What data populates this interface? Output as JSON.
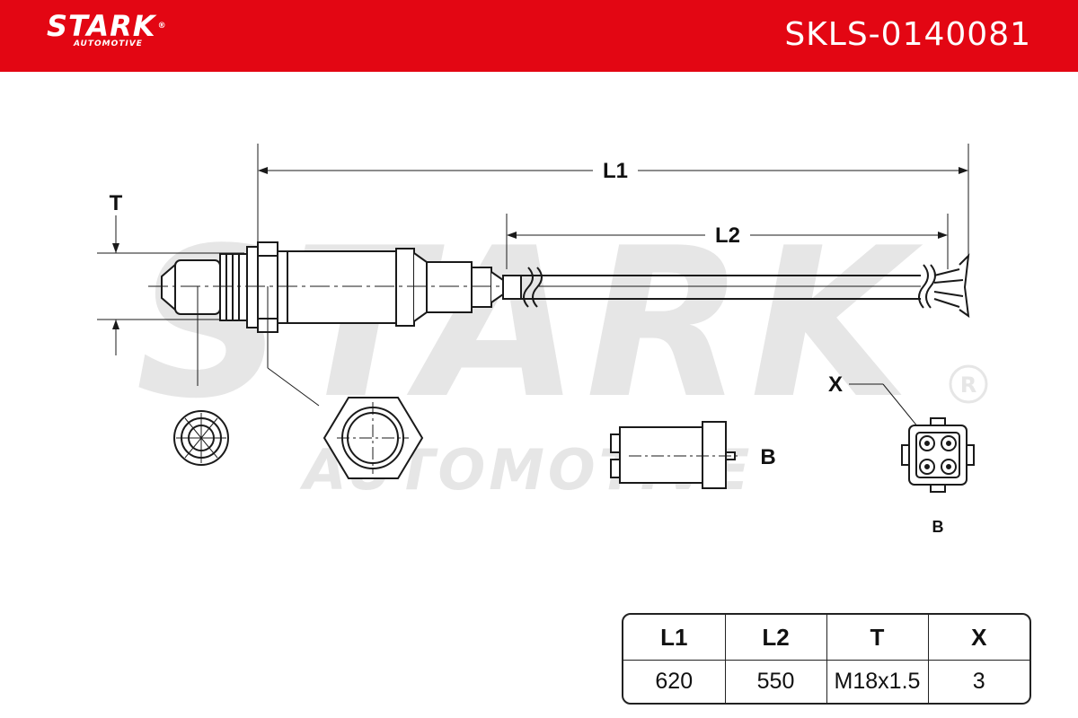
{
  "header": {
    "brand": "STARK",
    "brand_sub": "AUTOMOTIVE",
    "registered_mark": "®",
    "part_number": "SKLS-0140081",
    "color": "#e30613"
  },
  "diagram": {
    "watermark_main": "STARK",
    "watermark_sub": "AUTOMOTIVE",
    "watermark_reg": "®",
    "labels": {
      "l1": "L1",
      "l2": "L2",
      "t": "T",
      "x": "X",
      "b_side": "B",
      "b_bottom": "B"
    }
  },
  "spec_table": {
    "headers": [
      "L1",
      "L2",
      "T",
      "X"
    ],
    "values": [
      "620",
      "550",
      "M18x1.5",
      "3"
    ]
  }
}
